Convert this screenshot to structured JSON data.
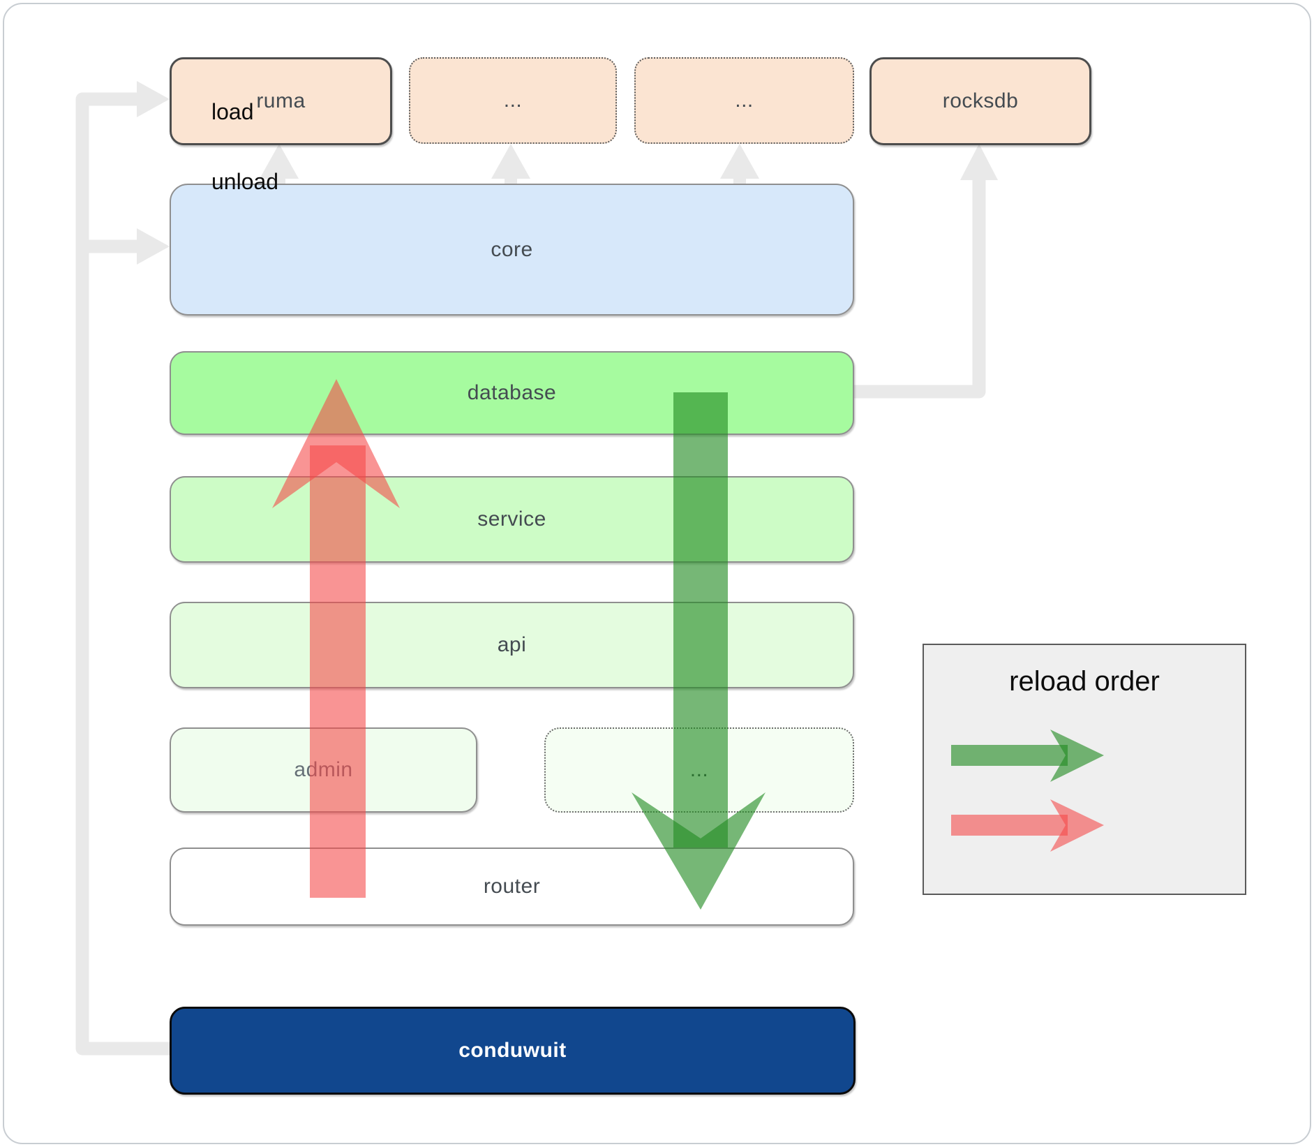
{
  "boxes": {
    "ruma": "ruma",
    "dots_top_1": "...",
    "dots_top_2": "...",
    "rocksdb": "rocksdb",
    "core": "core",
    "database": "database",
    "service": "service",
    "api": "api",
    "admin": "admin",
    "dots_admin_row": "...",
    "router": "router",
    "conduwuit": "conduwuit"
  },
  "legend": {
    "title": "reload order",
    "load_label": "load",
    "unload_label": "unload"
  },
  "colors": {
    "peach_box": "#fbe4d2",
    "core_blue": "#d7e8fa",
    "database_green": "#a6fb9f",
    "service_green": "#cdfcc6",
    "api_green": "#e4fcdf",
    "admin_green": "#f0fdee",
    "conduwuit_navy": "#11478e",
    "connector_gray": "#e9e9e9",
    "legend_bg": "#efefef",
    "load_arrow": "rgba(34,139,34,0.62)",
    "unload_arrow": "rgba(245,70,70,0.58)"
  }
}
